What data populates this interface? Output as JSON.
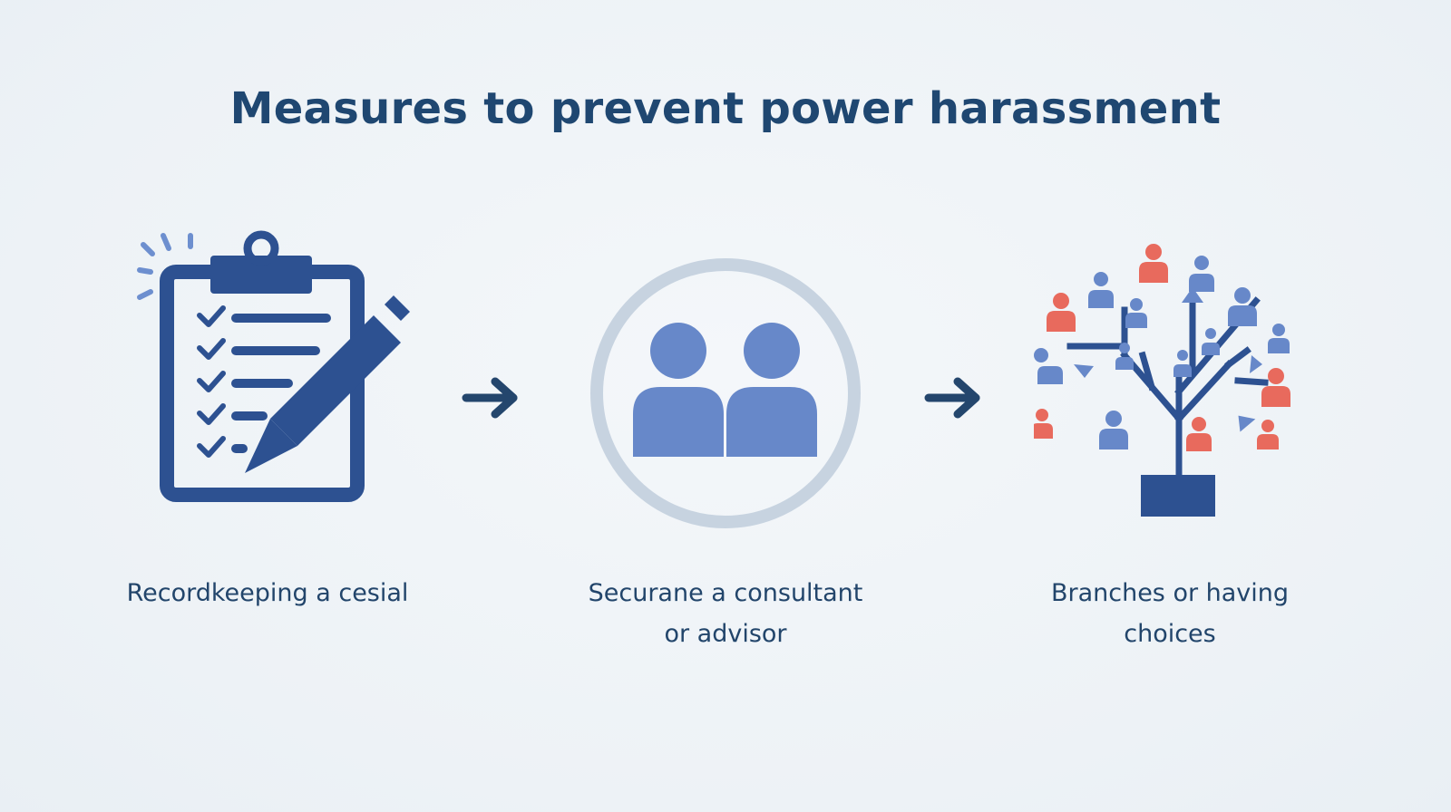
{
  "title": "Measures to prevent power harassment",
  "colors": {
    "primary": "#2d5191",
    "light_blue": "#6788c9",
    "ring": "#c7d3e0",
    "accent_red": "#e86a5d",
    "arrow": "#24466d",
    "text": "#22456b"
  },
  "steps": [
    {
      "icon": "clipboard-checklist-pencil-icon",
      "label": "Recordkeeping a cesial"
    },
    {
      "icon": "two-people-in-circle-icon",
      "label_line1": "Securane a consultant",
      "label_line2": "or advisor"
    },
    {
      "icon": "branching-tree-people-icon",
      "label_line1": "Branches or having",
      "label_line2": "choices"
    }
  ],
  "connectors": [
    "arrow-right-icon",
    "arrow-right-icon"
  ]
}
